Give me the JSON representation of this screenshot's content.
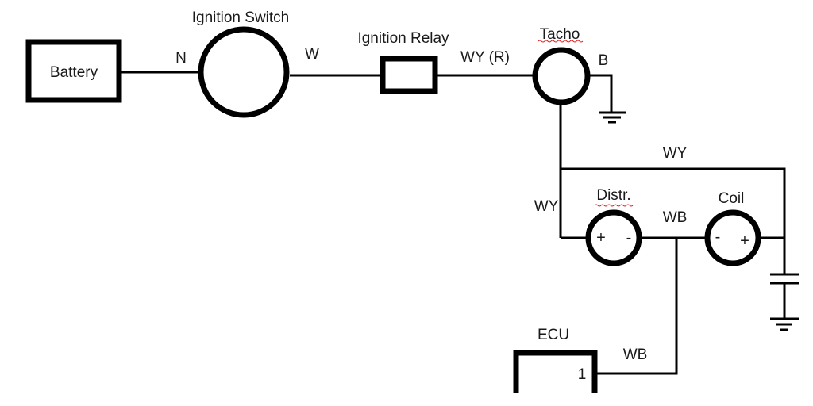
{
  "diagram": {
    "type": "wiring-schematic",
    "components": {
      "battery": {
        "label": "Battery"
      },
      "ignition_switch": {
        "label": "Ignition Switch"
      },
      "ignition_relay": {
        "label": "Ignition Relay"
      },
      "tacho": {
        "label": "Tacho"
      },
      "distributor": {
        "label": "Distr.",
        "terminal_plus": "+",
        "terminal_minus": "-"
      },
      "coil": {
        "label": "Coil",
        "terminal_plus": "+",
        "terminal_minus": "-"
      },
      "ecu": {
        "label": "ECU",
        "pin": "1"
      }
    },
    "wires": {
      "battery_to_switch": "N",
      "switch_to_relay": "W",
      "relay_to_tacho": "WY (R)",
      "tacho_to_ground": "B",
      "top_bus": "WY",
      "left_drop": "WY",
      "distr_to_coil": "WB",
      "to_ecu": "WB"
    },
    "spellcheck_flags": [
      "Tacho",
      "Distr."
    ]
  }
}
